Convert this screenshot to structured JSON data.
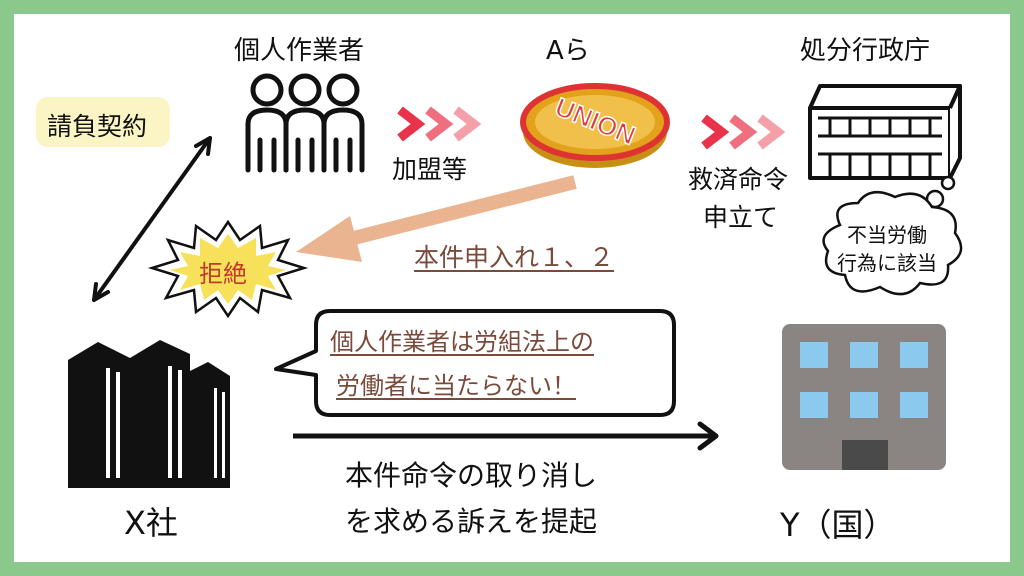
{
  "labels": {
    "individual_workers": "個人作業者",
    "union_a": "Aら",
    "labor_commission": "処分行政庁",
    "contract": "請負契約",
    "affiliation": "加盟等",
    "relief_order_1": "救済命令",
    "relief_order_2": "申立て",
    "unfair_labor_1": "不当労働",
    "unfair_labor_2": "行為に該当",
    "bargaining_request": "本件申入れ１、２",
    "refusal": "拒絶",
    "claim_line_1": "個人作業者は労組法上の",
    "claim_line_2": "労働者に当たらない！",
    "lawsuit_line_1": "本件命令の取り消し",
    "lawsuit_line_2": "を求める訴えを提起",
    "company_x": "X社",
    "state_y": "Y（国）",
    "union_logo_text": "UNION"
  },
  "colors": {
    "border_green": "#8bc88b",
    "chevron_red": "#e8334a",
    "chevron_pink": "#f4a0a8",
    "request_arrow": "#e9b48f",
    "contract_badge": "#fbf4c4",
    "refusal_text": "#c23a2a",
    "union_red": "#e23b3b",
    "union_gold": "#e3a21c"
  }
}
